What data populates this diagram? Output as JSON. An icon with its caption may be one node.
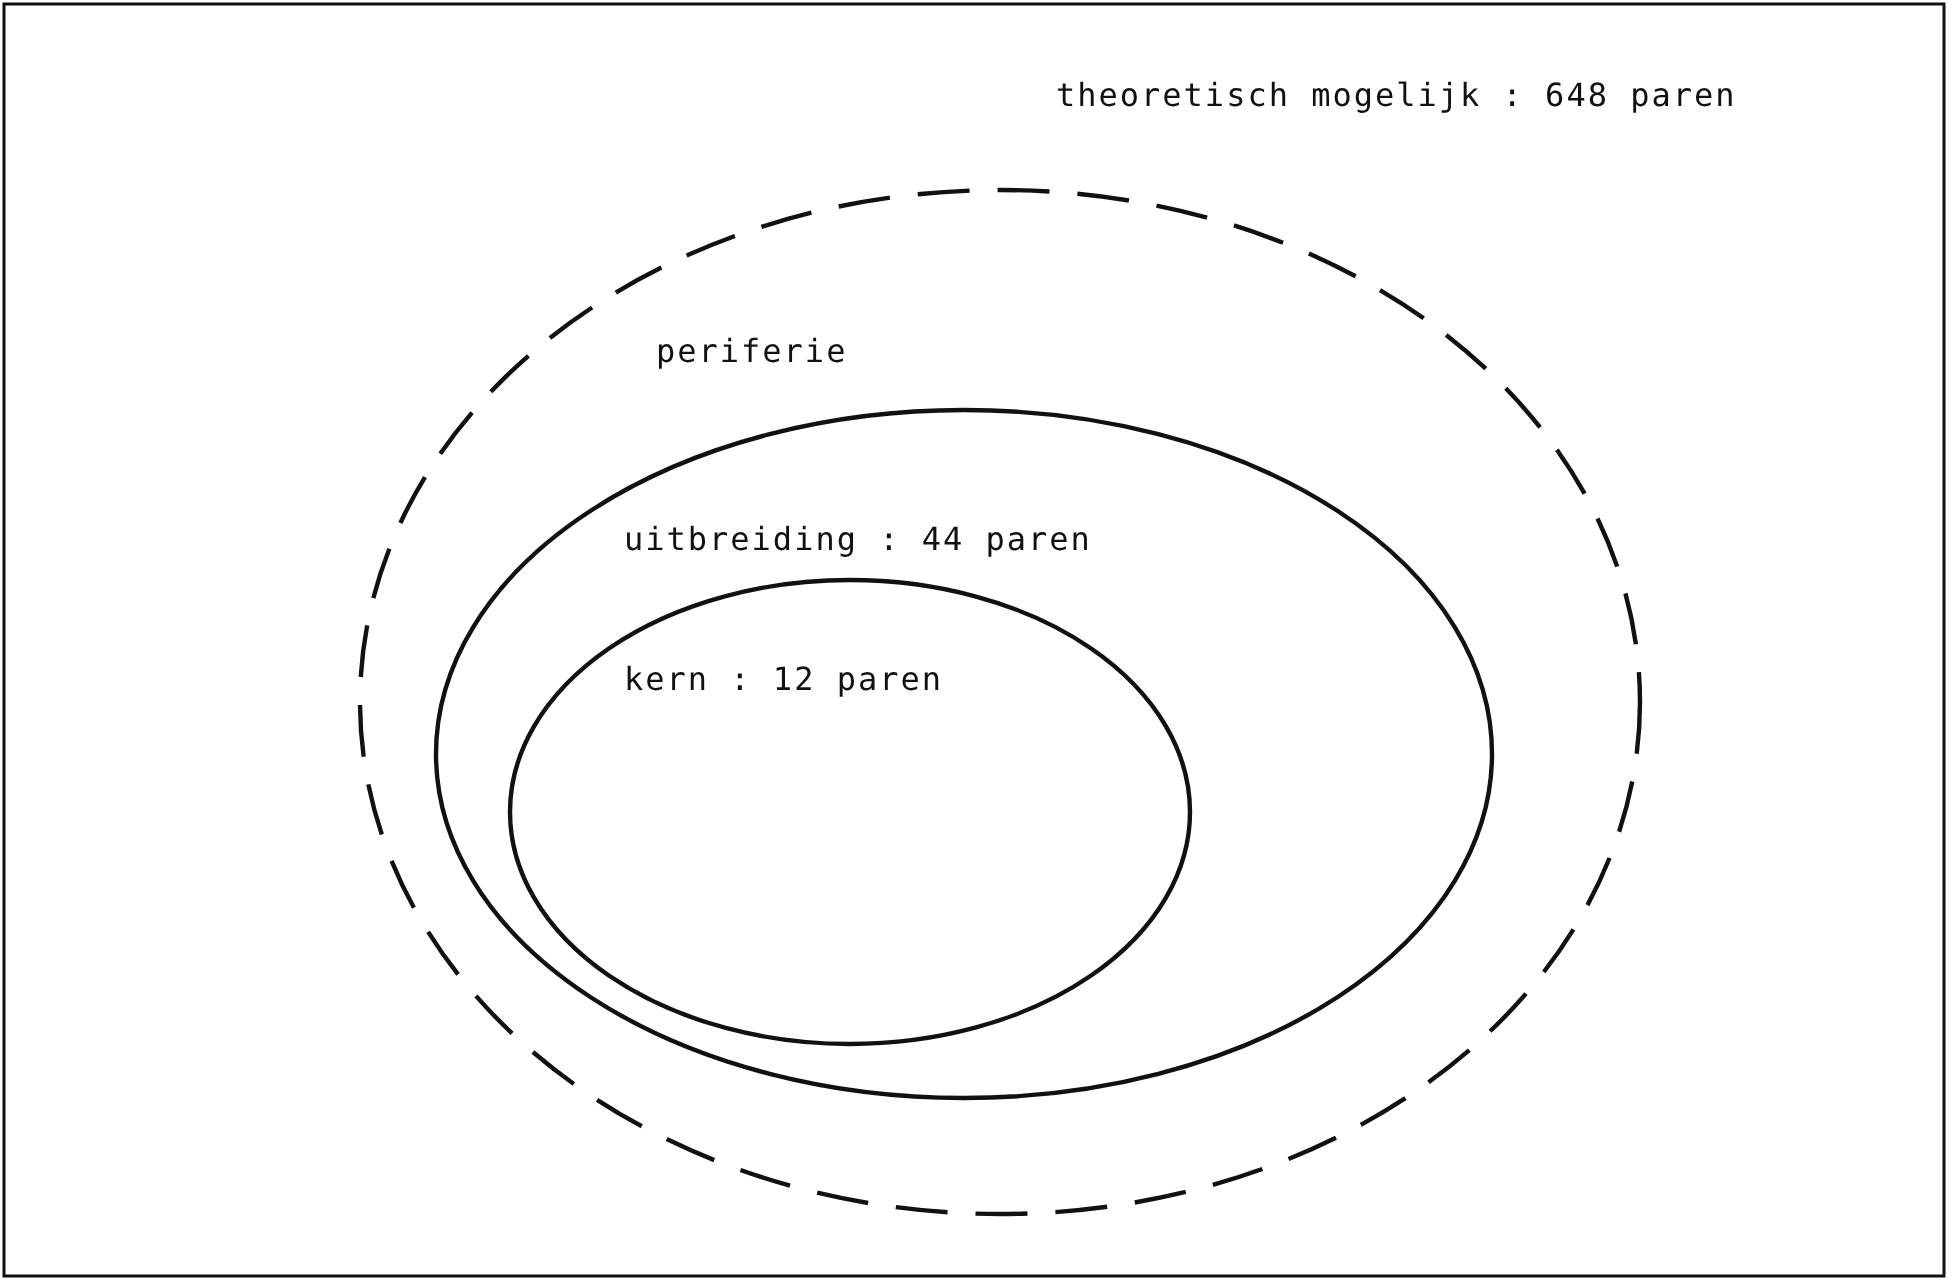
{
  "diagram": {
    "nodes": [
      {
        "text": [
          "theoretisch mogelijk : 648 paren"
        ]
      },
      {
        "text": [
          "periferie"
        ],
        "in": 0
      },
      {
        "text": [
          "uitbreiding : 44 paren"
        ],
        "in": 1
      },
      {
        "text": [
          "kern : 12 paren"
        ],
        "in": 2
      }
    ]
  }
}
